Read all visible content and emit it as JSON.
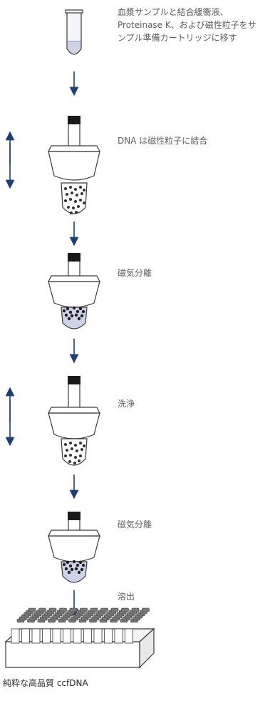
{
  "steps": [
    {
      "text": "血漿サンプルと結合緩衝液、Proteinase K、および磁性粒子をサンプル準備カートリッジに移す"
    },
    {
      "text": "DNA は磁性粒子に結合"
    },
    {
      "text": "磁気分離"
    },
    {
      "text": "洗浄"
    },
    {
      "text": "磁気分離"
    },
    {
      "text": "溶出"
    }
  ],
  "result": {
    "text": "純粋な高品質 ccfDNA"
  },
  "colors": {
    "arrow": "#1f3f73",
    "outline": "#3a3a3a",
    "cap": "#1a1a1a",
    "tip_fill": "#cfd3e8",
    "particles": "#333333"
  },
  "icons": [
    "sample-tube-icon",
    "cartridge-binding-icon",
    "magnetic-separation-icon",
    "wash-cartridge-icon",
    "magnetic-separation-icon",
    "elution-arrow-icon",
    "tube-rack-icon",
    "mixing-double-arrow-icon"
  ]
}
